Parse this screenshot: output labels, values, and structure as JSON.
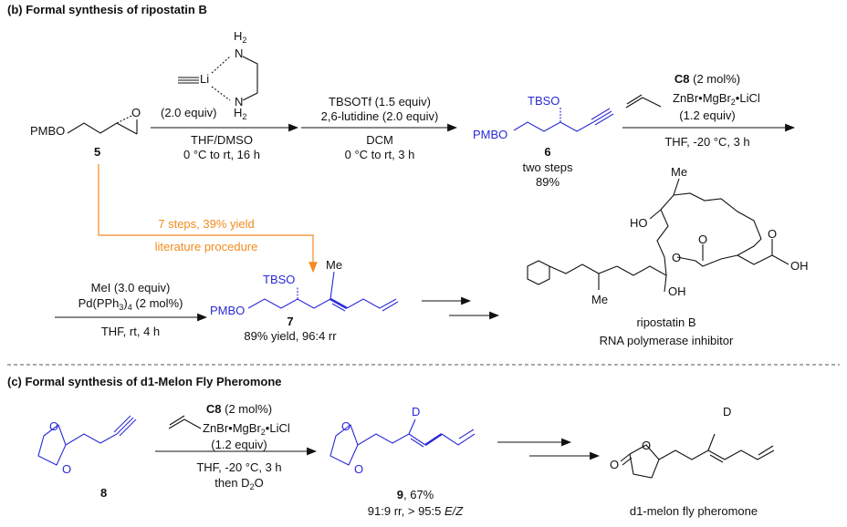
{
  "section_b": {
    "title": "(b) Formal synthesis of ripostatin B",
    "compound5": {
      "pmbo": "PMBO",
      "o": "O",
      "label": "5"
    },
    "step1": {
      "li": "Li",
      "n": "N",
      "h": "H",
      "sub2": "2",
      "equiv": "(2.0 equiv)",
      "solvent": "THF/DMSO",
      "conditions": "0 °C to rt, 16 h"
    },
    "step2": {
      "reagent1": "TBSOTf (1.5 equiv)",
      "reagent2": "2,6-lutidine (2.0 equiv)",
      "solvent": "DCM",
      "conditions": "0 °C to rt, 3 h"
    },
    "compound6": {
      "pmbo": "PMBO",
      "tbso": "TBSO",
      "label": "6",
      "note": "two steps",
      "yield": "89%"
    },
    "step3": {
      "catalyst": "C8",
      "catalyst_loading": "(2 mol%)",
      "reagent_a": "ZnBr•MgBr",
      "reagent_sub": "2",
      "reagent_b": "•LiCl",
      "equiv": "(1.2 equiv)",
      "conditions": "THF, -20 °C, 3 h"
    },
    "literature": {
      "line1": "7 steps, 39% yield",
      "line2": "literature procedure",
      "color": "#f28c1e"
    },
    "step4": {
      "reagent1": "MeI (3.0 equiv)",
      "reagent2a": "Pd(PPh",
      "reagent2sub": "3",
      "reagent2b": ")",
      "reagent2sub2": "4",
      "reagent2c": " (2 mol%)",
      "conditions": "THF, rt, 4 h"
    },
    "compound7": {
      "pmbo": "PMBO",
      "tbso": "TBSO",
      "me": "Me",
      "label": "7",
      "yield": "89% yield, 96:4 rr"
    },
    "ripostatin": {
      "me_top": "Me",
      "ho": "HO",
      "o1": "O",
      "o2": "O",
      "o3": "O",
      "oh": "OH",
      "oh2": "OH",
      "me_bottom": "Me",
      "name": "ripostatin B",
      "description": "RNA polymerase inhibitor"
    }
  },
  "section_c": {
    "title": "(c) Formal synthesis of d1-Melon Fly Pheromone",
    "compound8": {
      "o": "O",
      "label": "8"
    },
    "step": {
      "catalyst": "C8",
      "catalyst_loading": "(2 mol%)",
      "reagent_a": "ZnBr•MgBr",
      "reagent_sub": "2",
      "reagent_b": "•LiCl",
      "equiv": "(1.2 equiv)",
      "conditions": "THF, -20 °C, 3 h",
      "quench_a": "then D",
      "quench_sub": "2",
      "quench_b": "O"
    },
    "compound9": {
      "d": "D",
      "o": "O",
      "label": "9",
      "yield": ", 67%",
      "selectivity_a": "91:9 rr, > 95:5 ",
      "selectivity_b": "E/Z"
    },
    "pheromone": {
      "d": "D",
      "o": "O",
      "name": "d1-melon fly pheromone"
    }
  },
  "colors": {
    "product_blue": "#2a2ad6",
    "orange": "#f28c1e"
  }
}
